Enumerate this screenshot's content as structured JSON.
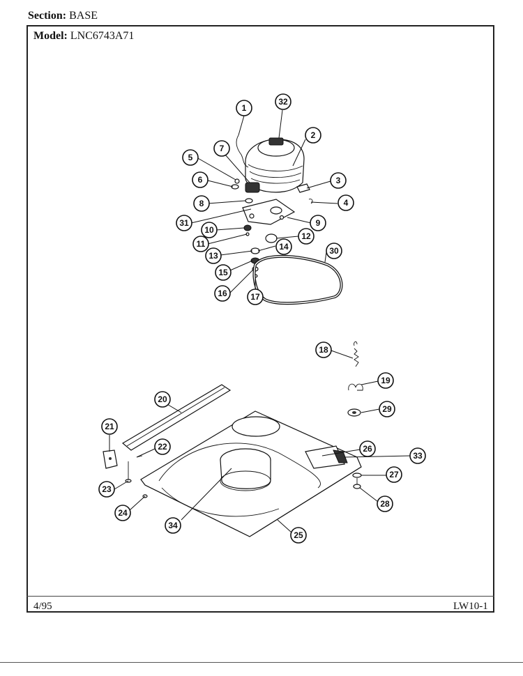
{
  "header": {
    "section_label": "Section:",
    "section_value": "BASE",
    "model_label": "Model:",
    "model_value": "LNC6743A71"
  },
  "footer": {
    "date": "4/95",
    "page_code": "LW10-1"
  },
  "callouts": [
    "1",
    "2",
    "3",
    "4",
    "5",
    "6",
    "7",
    "8",
    "9",
    "10",
    "11",
    "12",
    "13",
    "14",
    "15",
    "16",
    "17",
    "19",
    "18",
    "20",
    "21",
    "22",
    "23",
    "24",
    "25",
    "26",
    "27",
    "28",
    "29",
    "30",
    "31",
    "32",
    "33",
    "34"
  ]
}
